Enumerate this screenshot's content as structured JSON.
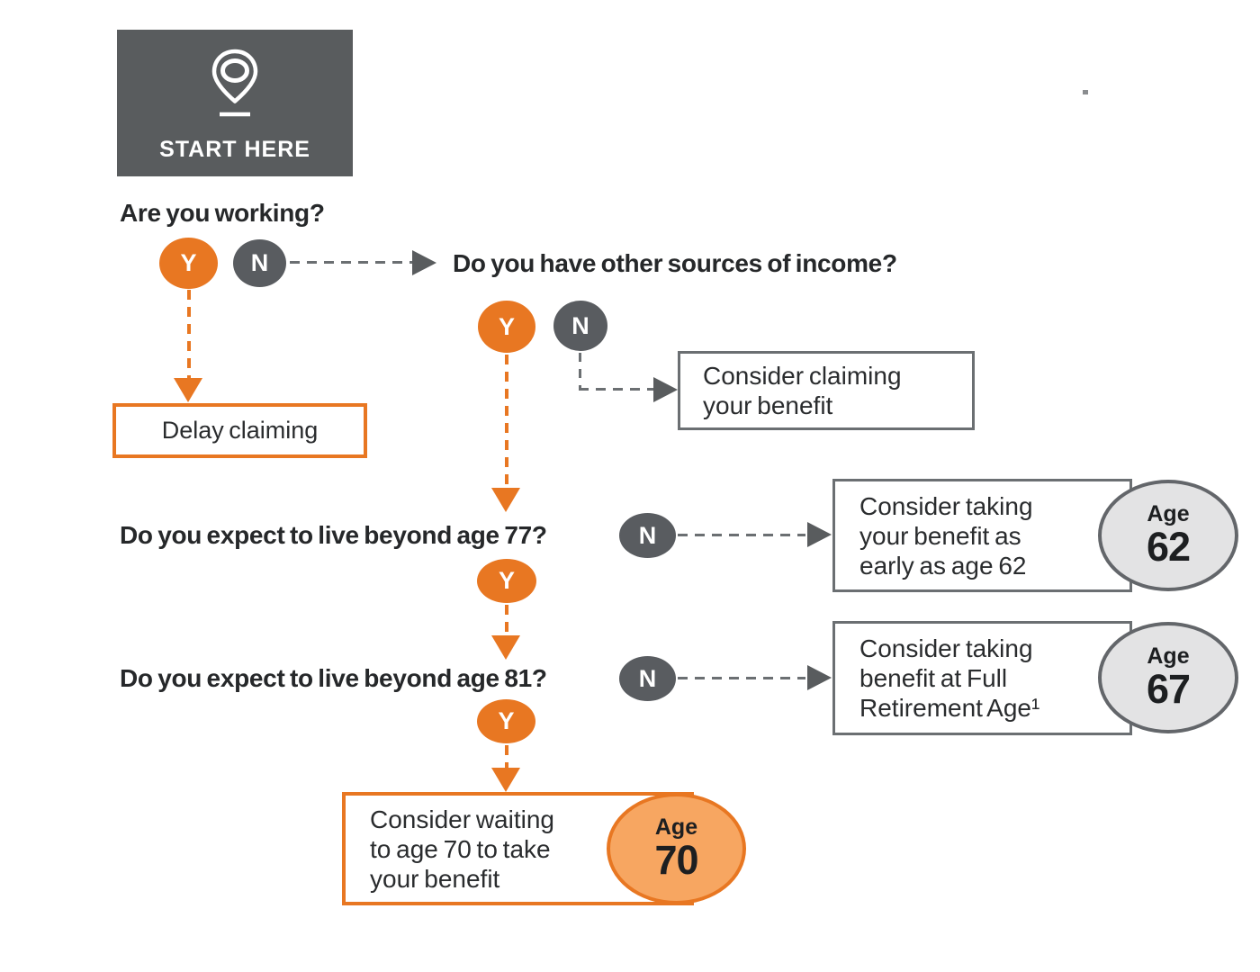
{
  "colors": {
    "orange": "#e87722",
    "orange_light_fill": "#f7a661",
    "dark_gray": "#595c5e",
    "circle_gray": "#595c60",
    "border_gray": "#6b6f72",
    "badge_gray_fill": "#e3e3e4",
    "text": "#26282a",
    "white": "#ffffff"
  },
  "start": {
    "label": "START HERE",
    "icon": "location-pin-icon"
  },
  "questions": {
    "q1": "Are you working?",
    "q2": "Do you have other sources of income?",
    "q3": "Do you expect to live beyond age 77?",
    "q4": "Do you expect to live beyond age 81?"
  },
  "answers": {
    "yes": "Y",
    "no": "N"
  },
  "outcomes": {
    "delay": {
      "text": "Delay claiming"
    },
    "claim": {
      "lines": [
        "Consider claiming",
        "your benefit"
      ]
    },
    "age62": {
      "lines": [
        "Consider taking",
        "your benefit as",
        "early as age 62"
      ],
      "badge_label": "Age",
      "badge_value": "62"
    },
    "age67": {
      "lines": [
        "Consider taking",
        "benefit at Full",
        "Retirement Age¹"
      ],
      "badge_label": "Age",
      "badge_value": "67"
    },
    "age70": {
      "lines": [
        "Consider waiting",
        "to age 70 to take",
        "your benefit"
      ],
      "badge_label": "Age",
      "badge_value": "70"
    }
  }
}
